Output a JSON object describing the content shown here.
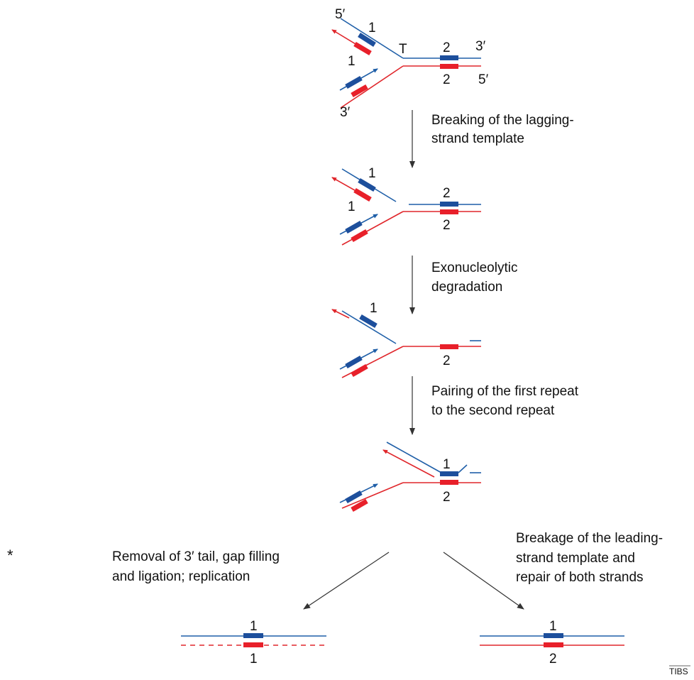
{
  "colors": {
    "blue_strand": "#1f5fa8",
    "red_strand": "#e0262b",
    "blue_block": "#1d4f9c",
    "red_block": "#e8202a",
    "arrow": "#333333",
    "text": "#111111"
  },
  "labels": {
    "five_prime": "5′",
    "three_prime": "3′",
    "t": "T",
    "one": "1",
    "two": "2",
    "star": "*",
    "tibs": "TIBS"
  },
  "steps": {
    "step1_line1": "Breaking of the lagging-",
    "step1_line2": "strand template",
    "step2_line1": "Exonucleolytic",
    "step2_line2": "degradation",
    "step3_line1": "Pairing of the first repeat",
    "step3_line2": "to the second repeat",
    "left_line1": "Removal of 3′ tail, gap filling",
    "left_line2": "and ligation; replication",
    "right_line1": "Breakage of the leading-",
    "right_line2": "strand template and",
    "right_line3": "repair of both strands"
  }
}
